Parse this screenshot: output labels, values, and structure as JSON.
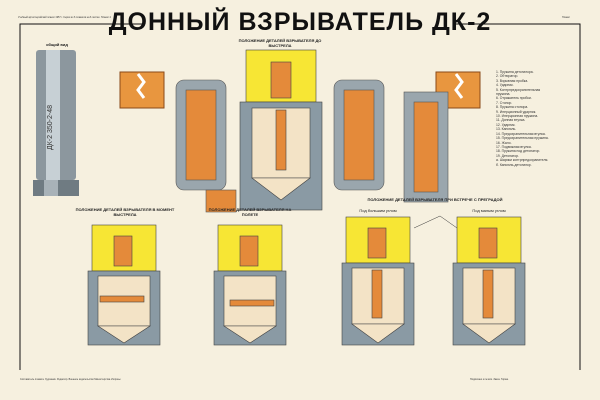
{
  "header": {
    "title": "ДОННЫЙ ВЗРЫВАТЕЛЬ ДК-2",
    "publisher_note": "Учебный артиллерийский плакат 1957 г. Серия из 6 плакатов на 6 листах. Плакат 4",
    "sheet_label": "Плакат"
  },
  "views": {
    "general_label": "общий вид",
    "fuze_marking": "ДК-2 350-2-48"
  },
  "captions": {
    "before_shot": "ПОЛОЖЕНИЕ ДЕТАЛЕЙ ВЗРЫВАТЕЛЯ ДО ВЫСТРЕЛА",
    "at_shot": "ПОЛОЖЕНИЕ ДЕТАЛЕЙ ВЗРЫВАТЕЛЯ В МОМЕНТ ВЫСТРЕЛА",
    "in_flight": "ПОЛОЖЕНИЕ ДЕТАЛЕЙ ВЗРЫВАТЕЛЯ НА ПОЛЕТЕ",
    "on_impact": "ПОЛОЖЕНИЕ ДЕТАЛЕЙ ВЗРЫВАТЕЛЯ ПРИ ВСТРЕЧЕ С ПРЕГРАДОЙ",
    "large_angle": "Под большим углом",
    "small_angle": "Под малым углом"
  },
  "legend": [
    "1. Пружина детонатора.",
    "2. Обтюратор.",
    "3. Взрывная пробка.",
    "4. Ударник.",
    "5. Контрпредохранительная",
    "   пружина.",
    "6. Отражатель пробки.",
    "7. Стопор.",
    "8. Пружина стопора.",
    "9. Инерционный ударник.",
    "10. Инерционная пружина.",
    "11. Донная втулка.",
    "12. Ударник.",
    "13. Капсюль.",
    "14. Предохранительная втулка.",
    "15. Предохранительная пружина.",
    "16. Жало.",
    "17. Подвижная втулка.",
    "18. Пружина под детонатор.",
    "19. Детонатор.",
    "а. Шарики контрпредохранителя.",
    "б. Капсюль-детонатор."
  ],
  "footer": {
    "left_note": "Составитель плаката. Художник. Редактор. Военное издательство Министерства обороны",
    "right_note": "Подписано к печати. Заказ. Тираж."
  },
  "colors": {
    "background": "#f6f0df",
    "body": "#e48a3a",
    "cap": "#f7e634",
    "housing": "#8a9aa4",
    "spring": "#b05a25"
  }
}
